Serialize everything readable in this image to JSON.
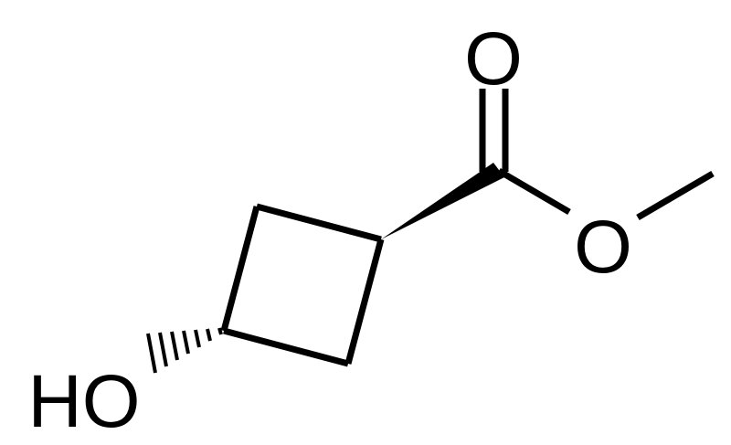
{
  "atoms": {
    "carbonyl_oxygen": "O",
    "ester_oxygen": "O",
    "hydroxyl": "HO"
  },
  "colors": {
    "bond": "#000000",
    "text": "#000000",
    "background": "#ffffff"
  }
}
